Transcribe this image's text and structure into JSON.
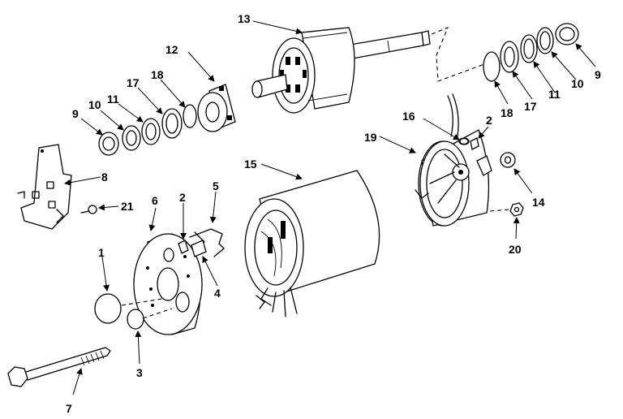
{
  "callouts": {
    "c1": "1",
    "c2a": "2",
    "c2b": "2",
    "c3": "3",
    "c4": "4",
    "c5": "5",
    "c6": "6",
    "c7": "7",
    "c8": "8",
    "c9a": "9",
    "c9b": "9",
    "c10a": "10",
    "c10b": "10",
    "c11a": "11",
    "c11b": "11",
    "c12": "12",
    "c13": "13",
    "c14": "14",
    "c15": "15",
    "c16": "16",
    "c17a": "17",
    "c17b": "17",
    "c18a": "18",
    "c18b": "18",
    "c19": "19",
    "c20": "20",
    "c21": "21"
  },
  "colors": {
    "ink": "#000000",
    "paper": "#ffffff"
  }
}
